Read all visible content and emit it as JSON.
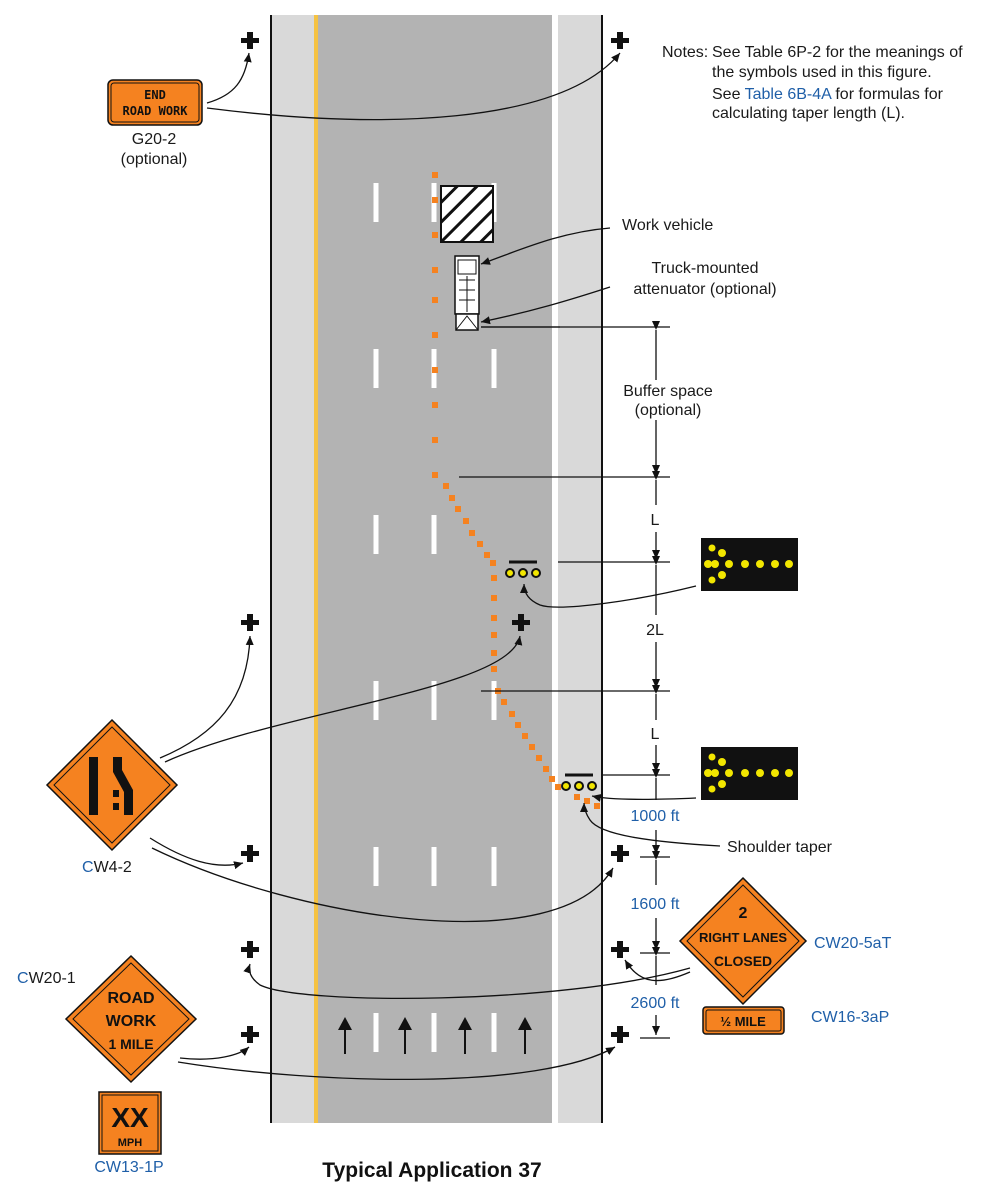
{
  "title": "Typical Application 37",
  "notes": {
    "prefix": "Notes:",
    "line1a": "See Table 6P-2 for the meanings of",
    "line1b": "the symbols used in this figure.",
    "line2_pre": "See ",
    "line2_link": "Table 6B-4A",
    "line2_post": " for formulas for",
    "line2b": "calculating taper length (L)."
  },
  "labels": {
    "work_vehicle": "Work vehicle",
    "tma_line1": "Truck-mounted",
    "tma_line2": "attenuator (optional)",
    "buffer_line1": "Buffer space",
    "buffer_line2": "(optional)",
    "shoulder_taper": "Shoulder taper"
  },
  "dimensions": {
    "L_upper": "L",
    "two_L": "2L",
    "L_lower": "L",
    "d1000": "1000 ft",
    "d1600": "1600 ft",
    "d2600": "2600 ft"
  },
  "signs": {
    "g20_2": {
      "line1": "END",
      "line2": "ROAD WORK",
      "code": "G20-2",
      "note": "(optional)"
    },
    "cw4_2": {
      "code_c": "C",
      "code_rest": "W4-2"
    },
    "cw20_1": {
      "code_c": "C",
      "code_rest": "W20-1",
      "line1": "ROAD",
      "line2": "WORK",
      "line3": "1 MILE"
    },
    "cw13_1p": {
      "line1": "XX",
      "line2": "MPH",
      "code": "CW13-1P"
    },
    "cw20_5at": {
      "line1": "2",
      "line2": "RIGHT LANES",
      "line3": "CLOSED",
      "code": "CW20-5aT"
    },
    "cw16_3ap": {
      "text": "½ MILE",
      "code": "CW16-3aP"
    }
  },
  "colors": {
    "sign_orange": "#f58220",
    "channelizer": "#f58220",
    "road": "#b3b3b3",
    "shoulder": "#d9d9d9",
    "centerline": "#f5c242",
    "link_blue": "#1f5fa8",
    "arrow_board_light": "#f2e600"
  }
}
